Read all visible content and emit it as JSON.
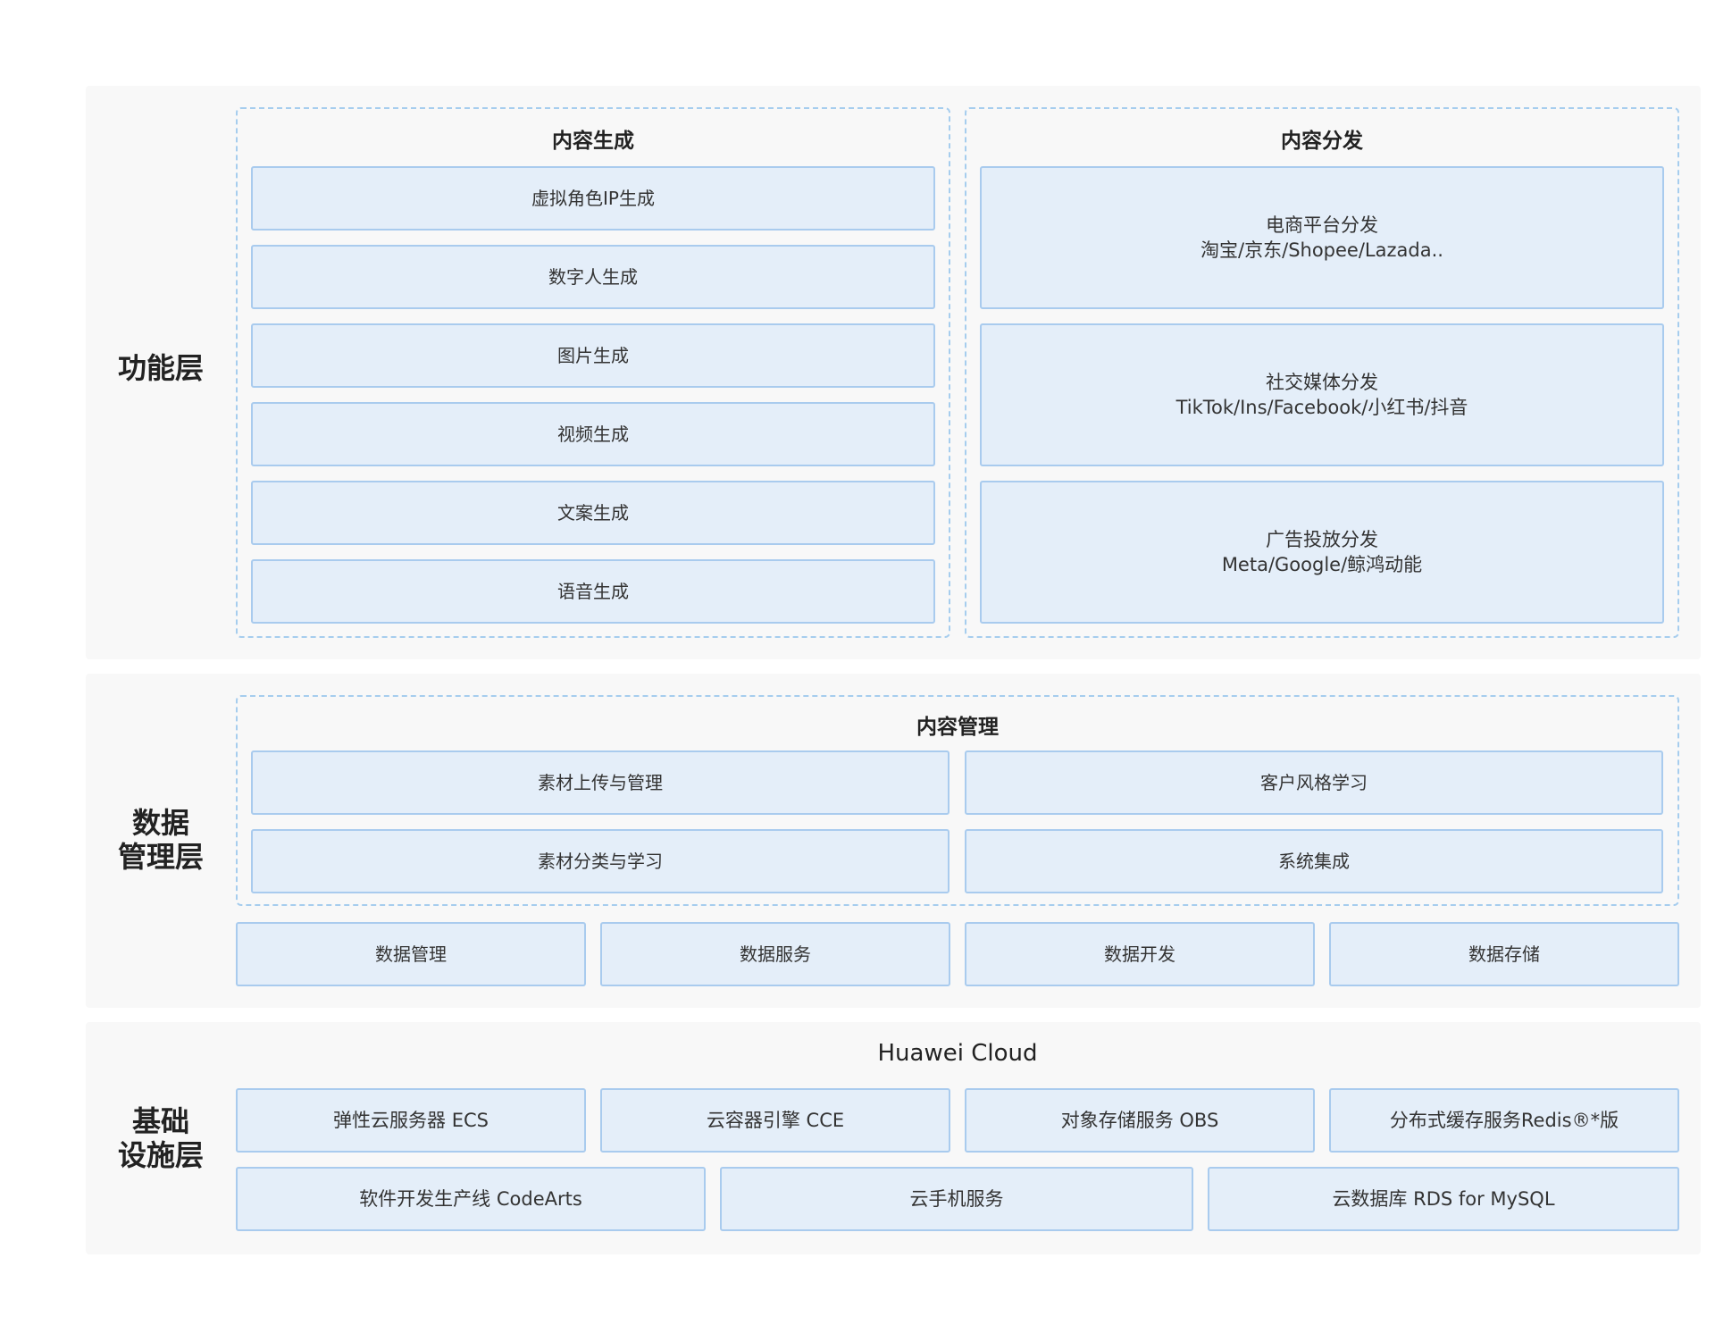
{
  "layers": {
    "function": {
      "label": "功能层",
      "content_gen": {
        "title": "内容生成",
        "items": [
          "虚拟角色IP生成",
          "数字人生成",
          "图片生成",
          "视频生成",
          "文案生成",
          "语音生成"
        ]
      },
      "content_dist": {
        "title": "内容分发",
        "items": [
          "电商平台分发\n淘宝/京东/Shopee/Lazada..",
          "社交媒体分发\nTikTok/Ins/Facebook/小红书/抖音",
          "广告投放分发\nMeta/Google/鲸鸿动能"
        ]
      }
    },
    "data": {
      "label": "数据\n管理层",
      "content_mgmt": {
        "title": "内容管理",
        "items": [
          "素材上传与管理",
          "客户风格学习",
          "素材分类与学习",
          "系统集成"
        ]
      },
      "data_items": [
        "数据管理",
        "数据服务",
        "数据开发",
        "数据存储"
      ]
    },
    "infra": {
      "label": "基础\n设施层",
      "title": "Huawei Cloud",
      "row1": [
        "弹性云服务器 ECS",
        "云容器引擎 CCE",
        "对象存储服务 OBS",
        "分布式缓存服务Redis®*版"
      ],
      "row2": [
        "软件开发生产线 CodeArts",
        "云手机服务",
        "云数据库 RDS for MySQL"
      ]
    }
  },
  "colors": {
    "layer_bg": "#f8f8f8",
    "box_fill": "#e4eef9",
    "box_border": "#a9cbee",
    "dashed_border": "#a6cdee"
  }
}
